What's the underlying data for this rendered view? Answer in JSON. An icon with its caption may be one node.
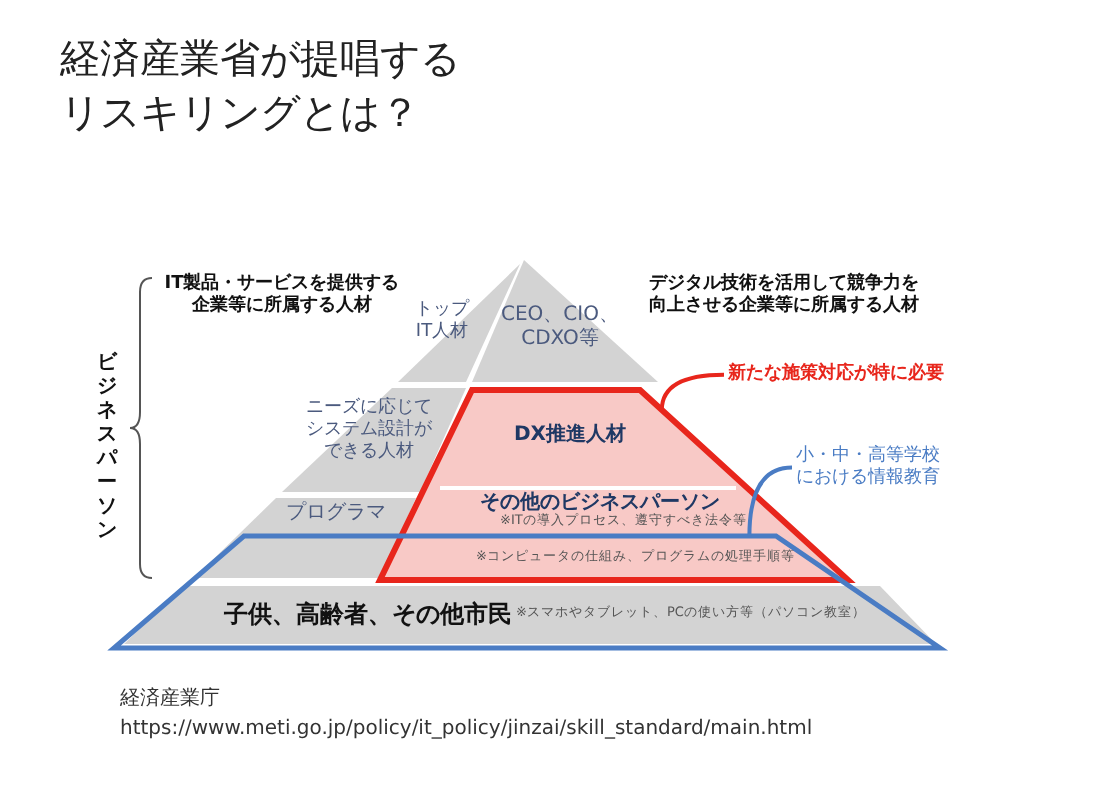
{
  "diagram": {
    "title": "経済産業省が提唱するリスキリングとは？",
    "nodes": [
      {
        "text": [
          "CEO、CIO、CDXO等"
        ]
      },
      {
        "text": [
          "トップIT人材"
        ]
      },
      {
        "text": [
          "ニーズに応じてシステム設計ができる人材"
        ]
      },
      {
        "text": [
          "プログラマ"
        ]
      },
      {
        "text": [],
        "shape": "trapezoid"
      },
      {
        "text": [
          "DX推進人材"
        ],
        "in": 4
      },
      {
        "text": [
          "その他のビジネスパーソン",
          "※ITの導入プロセス、遵守すべき法令等"
        ],
        "in": 4
      },
      {
        "text": [],
        "shape": "trapezoid"
      },
      {
        "text": [
          "※コンピュータの仕組み、プログラムの処理手順等"
        ]
      },
      {
        "text": [
          "子供、高齢者、その他市民",
          "※スマホやタブレット、PCの使い方等（パソコン教室）"
        ],
        "in": 7
      },
      {
        "text": [
          "新たな施策対応が特に必要"
        ]
      },
      {
        "text": [
          "小・中・高等学校における情報教育"
        ]
      }
    ],
    "edges": [
      {
        "from": 10,
        "to": 4,
        "arrow": "none",
        "color": "#e8261c"
      },
      {
        "from": 11,
        "to": 7,
        "arrow": "none",
        "color": "#4a7cc4"
      }
    ],
    "labels": [
      "IT製品・サービスを提供する企業等に所属する人材",
      "デジタル技術を活用して競争力を向上させる企業等に所属する人材",
      "ビジネスパーソン",
      "経済産業庁",
      "https://www.meti.go.jp/policy/it_policy/jinzai/skill_standard/main.html"
    ]
  }
}
